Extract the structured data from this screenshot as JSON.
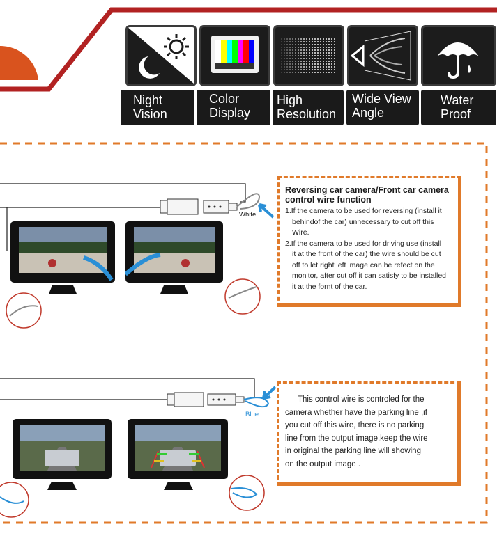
{
  "features": [
    {
      "icon": "moon-sun-icon",
      "label_line1": "Night",
      "label_line2": "Vision"
    },
    {
      "icon": "color-bars-icon",
      "label_line1": "Color",
      "label_line2": "Display"
    },
    {
      "icon": "pixel-grid-icon",
      "label_line1": "High",
      "label_line2": "Resolution"
    },
    {
      "icon": "wide-angle-icon",
      "label_line1": "Wide View",
      "label_line2": "Angle"
    },
    {
      "icon": "umbrella-icon",
      "label_line1": "Water",
      "label_line2": "Proof"
    }
  ],
  "reversing": {
    "title_line1": "Reversing car camera/Front car camera",
    "title_line2": "control wire function",
    "items": [
      "1.If the camera to be used for reversing (install it",
      "behindof the car) unnecessary to cut off this",
      "Wire.",
      "2.If the camera to be used for driving use (install",
      "it at the front of the car) the wire should be cut",
      "off to let right left image can be refect on the",
      "monitor, after cut off it can satisfy to be installed",
      "it at the fornt of the car."
    ],
    "wire_label": "White"
  },
  "parking": {
    "lines": [
      "This control wire is controled for the",
      "camera whether have the parking line ,if",
      "you cut off this wire, there is no parking",
      "line from the output image.keep the wire",
      "in original the parking line will showing",
      "on the output image ."
    ],
    "wire_label": "Blue"
  },
  "colors": {
    "accent": "#e07a2a",
    "banner_red": "#b22222",
    "arrow_blue": "#2a8fd6"
  }
}
